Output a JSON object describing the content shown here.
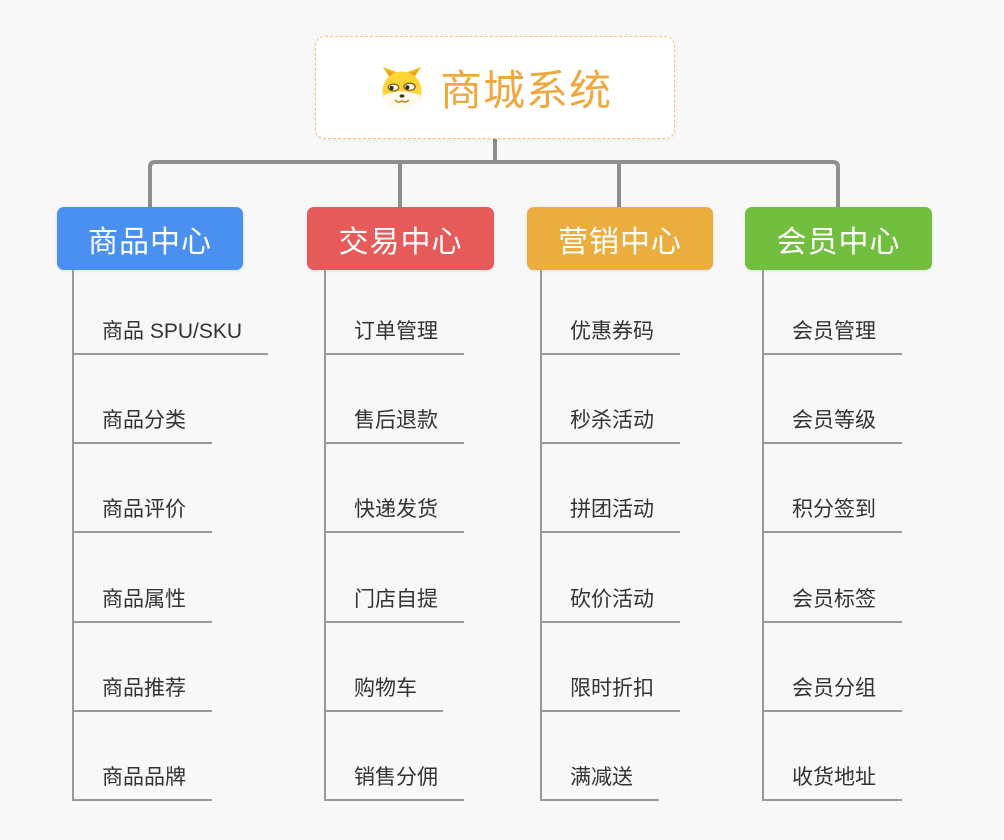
{
  "canvas": {
    "background": "#F8F8F8",
    "connector_color": "#8E8E8E",
    "leaf_line_color": "#999999"
  },
  "root": {
    "title": "商城系统",
    "icon": "doge-icon",
    "text_color": "#F0A83E",
    "border_color": "#F2C379"
  },
  "branches": [
    {
      "label": "商品中心",
      "color": "#4A90F0",
      "children": [
        "商品 SPU/SKU",
        "商品分类",
        "商品评价",
        "商品属性",
        "商品推荐",
        "商品品牌"
      ]
    },
    {
      "label": "交易中心",
      "color": "#E65A5A",
      "children": [
        "订单管理",
        "售后退款",
        "快递发货",
        "门店自提",
        "购物车",
        "销售分佣"
      ]
    },
    {
      "label": "营销中心",
      "color": "#EBAD3E",
      "children": [
        "优惠券码",
        "秒杀活动",
        "拼团活动",
        "砍价活动",
        "限时折扣",
        "满减送"
      ]
    },
    {
      "label": "会员中心",
      "color": "#72BF40",
      "children": [
        "会员管理",
        "会员等级",
        "积分签到",
        "会员标签",
        "会员分组",
        "收货地址"
      ]
    }
  ]
}
